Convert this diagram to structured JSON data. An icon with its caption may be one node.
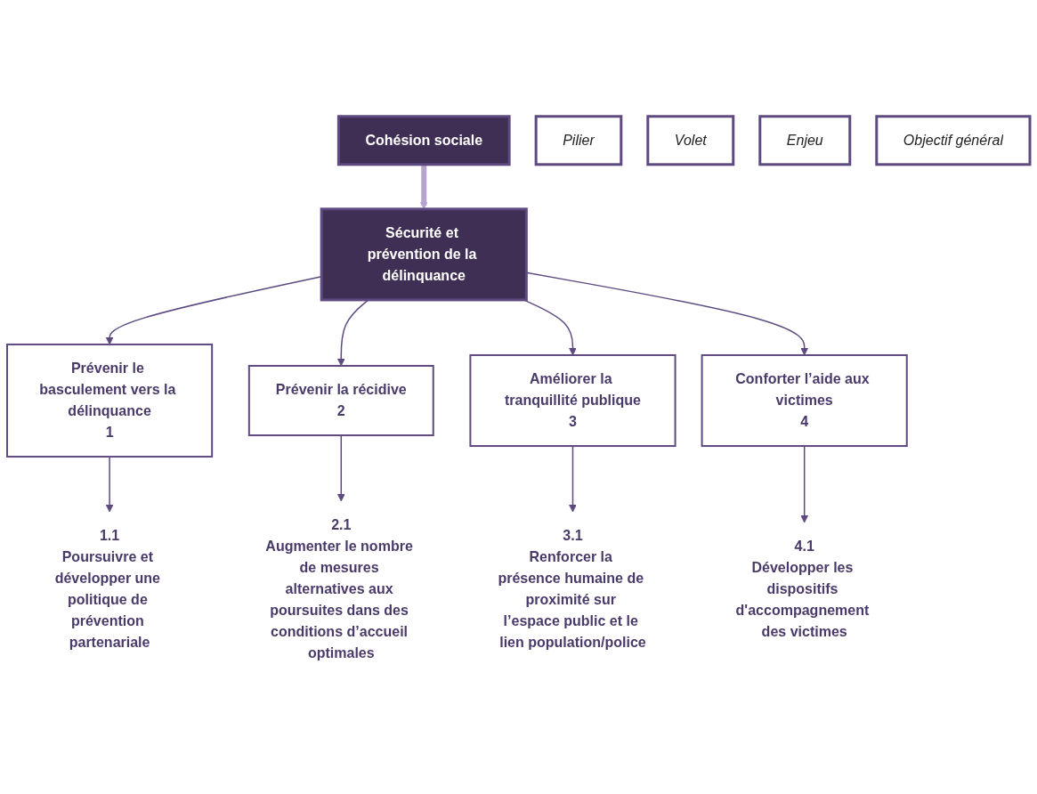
{
  "diagram": {
    "nodes": [
      {
        "text": [
          "Cohésion sociale"
        ]
      },
      {
        "text": [
          "Pilier"
        ]
      },
      {
        "text": [
          "Sécurité et prévention de la délinquance"
        ]
      },
      {
        "text": [
          "Volet"
        ]
      },
      {
        "text": [
          "Enjeu"
        ]
      },
      {
        "text": [
          "Prévenir le basculement vers la délinquance",
          "1"
        ]
      },
      {
        "text": [
          "Prévenir la récidive",
          "2"
        ]
      },
      {
        "text": [
          "Améliorer la tranquillité publique",
          "3"
        ]
      },
      {
        "text": [
          "Conforter l’aide aux victimes",
          "4"
        ]
      },
      {
        "text": [
          "Objectif général"
        ]
      },
      {
        "text": [
          "Poursuivre et développer une politique de prévention partenariale"
        ],
        "beside": [
          "1.1"
        ]
      },
      {
        "text": [
          "Augmenter le nombre de mesures alternatives aux poursuites dans des conditions d’accueil optimales"
        ],
        "beside": [
          "2.1"
        ]
      },
      {
        "text": [
          "Renforcer la présence humaine de proximité sur l’espace public et le lien population/police"
        ],
        "beside": [
          "3.1"
        ]
      },
      {
        "text": [
          "Développer les dispositifs d'accompagnement des victimes"
        ],
        "beside": [
          "4.1"
        ]
      }
    ],
    "edges": [
      {
        "from": 0,
        "to": 2,
        "arrow": "to",
        "style": "thick",
        "color": "#b7a3cf"
      },
      {
        "from": 2,
        "to": 5,
        "arrow": "to"
      },
      {
        "from": 2,
        "to": 6,
        "arrow": "to"
      },
      {
        "from": 2,
        "to": 7,
        "arrow": "to"
      },
      {
        "from": 2,
        "to": 8,
        "arrow": "to"
      },
      {
        "from": 5,
        "to": 10,
        "arrow": "to"
      },
      {
        "from": 6,
        "to": 11,
        "arrow": "to"
      },
      {
        "from": 7,
        "to": 12,
        "arrow": "to"
      },
      {
        "from": 8,
        "to": 13,
        "arrow": "to"
      }
    ]
  }
}
